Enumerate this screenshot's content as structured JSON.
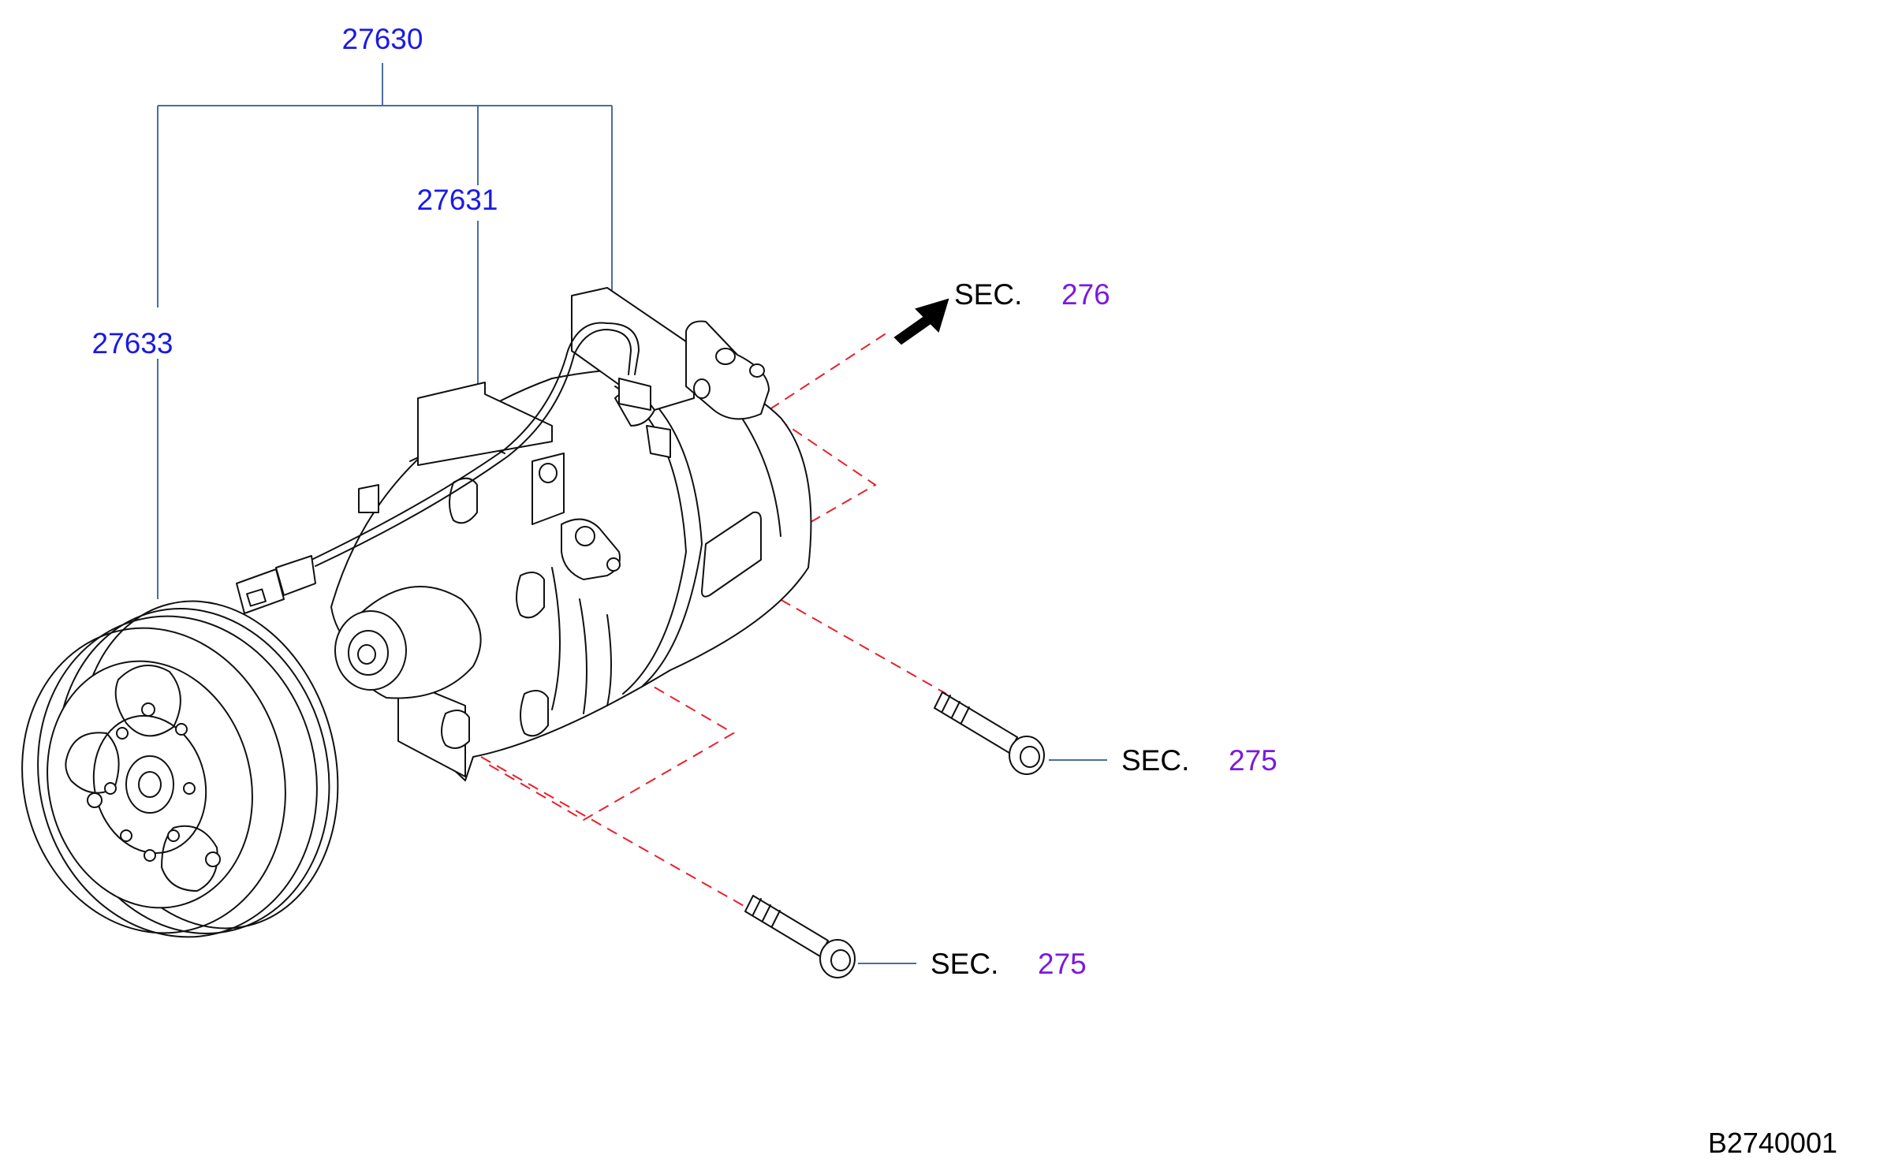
{
  "part_numbers": {
    "compressor_assy": "27630",
    "compressor": "27631",
    "clutch_assy": "27633"
  },
  "section_refs": [
    {
      "prefix": "SEC.",
      "number": "276"
    },
    {
      "prefix": "SEC.",
      "number": "275"
    },
    {
      "prefix": "SEC.",
      "number": "275"
    }
  ],
  "diagram_code": "B2740001",
  "colors": {
    "part_number": "#1a1ae6",
    "section_number": "#7a1ae0",
    "leader": "#4a6d9c",
    "dashed_guide": "#e8202a"
  }
}
